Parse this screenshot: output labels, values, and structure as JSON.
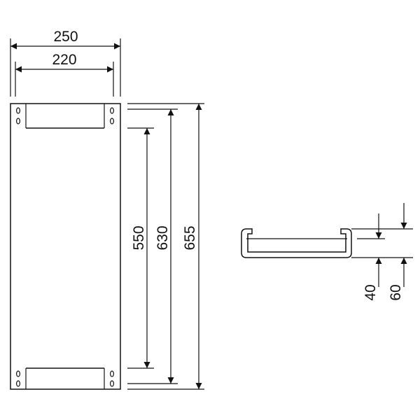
{
  "colors": {
    "line": "#111111",
    "background": "#ffffff"
  },
  "front_view": {
    "width_outer_label": "250",
    "width_inner_label": "220",
    "height_a_label": "550",
    "height_b_label": "630",
    "height_c_label": "655"
  },
  "side_view": {
    "depth_a_label": "40",
    "depth_b_label": "60"
  }
}
